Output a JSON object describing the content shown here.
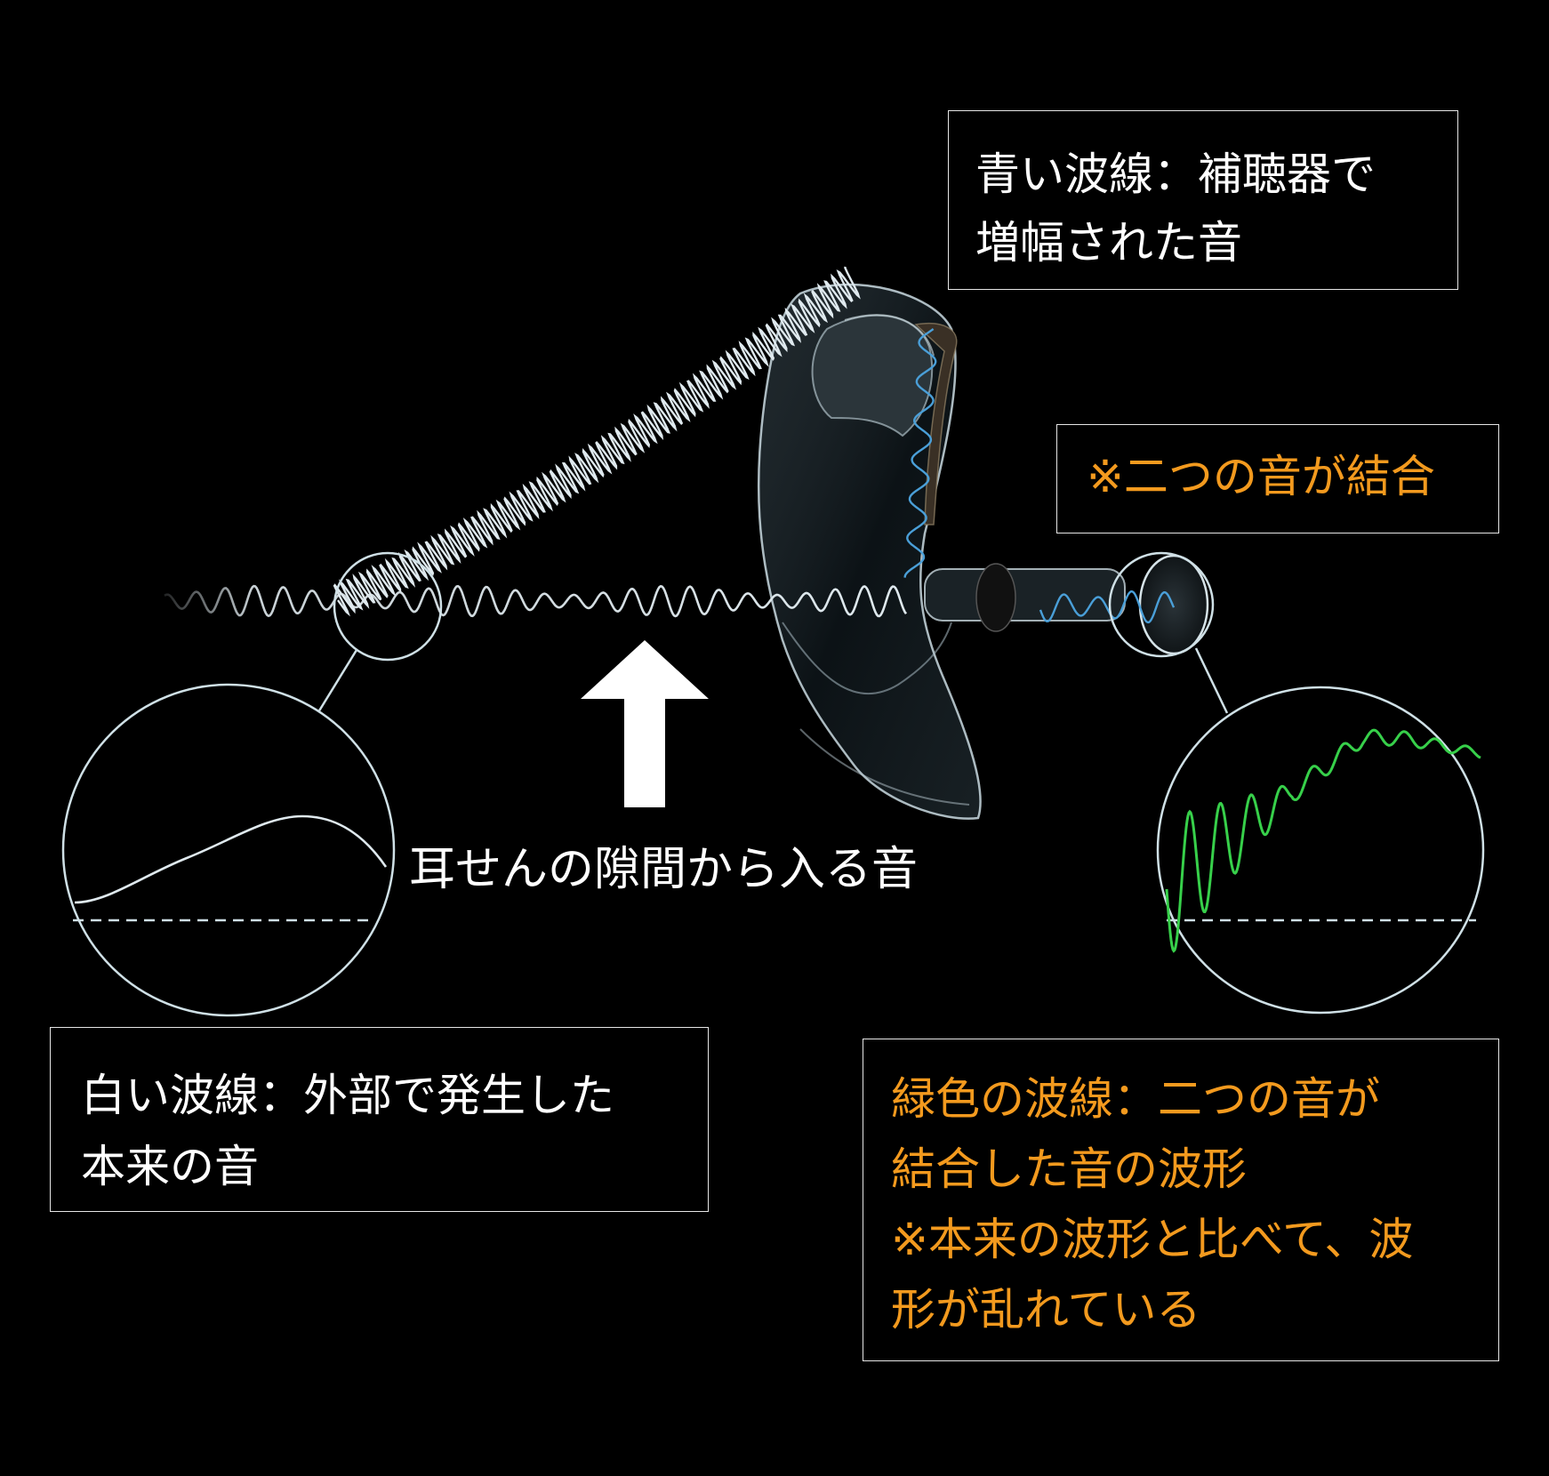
{
  "labels": {
    "blue_wave": [
      "青い波線：補聴器で",
      "増幅された音"
    ],
    "combined": "※二つの音が結合",
    "white_wave": [
      "白い波線：外部で発生した",
      "本来の音"
    ],
    "green_wave": [
      "緑色の波線：二つの音が",
      "結合した音の波形",
      "※本来の波形と比べて、波",
      "形が乱れている"
    ],
    "ear_gap_sound": "耳せんの隙間から入る音"
  },
  "colors": {
    "background": "#000000",
    "white_wave": "#dfe9ee",
    "blue_wave": "#4a9fd8",
    "green_wave": "#37d04a",
    "orange_text": "#f39a1e",
    "circle_outline": "#cfe0e6"
  },
  "icons": {
    "arrow": "up-arrow-icon",
    "ear": "ear-illustration",
    "hearing_aid": "hearing-aid-illustration"
  }
}
